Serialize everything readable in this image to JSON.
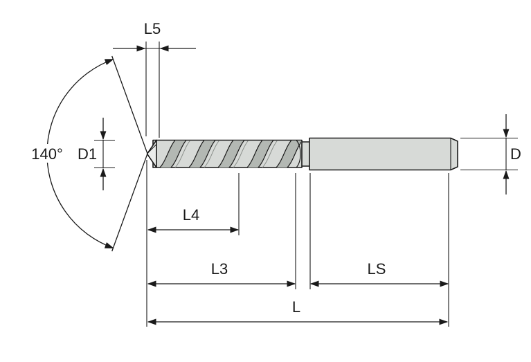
{
  "diagram": {
    "labels": {
      "point_angle": "140°",
      "cutting_diameter": "D1",
      "point_length": "L5",
      "usable_flute_length": "L4",
      "flute_length": "L3",
      "shank_length": "LS",
      "overall_length": "L",
      "shank_diameter": "D"
    },
    "colors": {
      "line": "#1a1a1a",
      "background": "#ffffff",
      "body_fill": "#d7dad7",
      "body_light": "#ebedeb",
      "flute_dark": "#b3b8b3"
    }
  }
}
